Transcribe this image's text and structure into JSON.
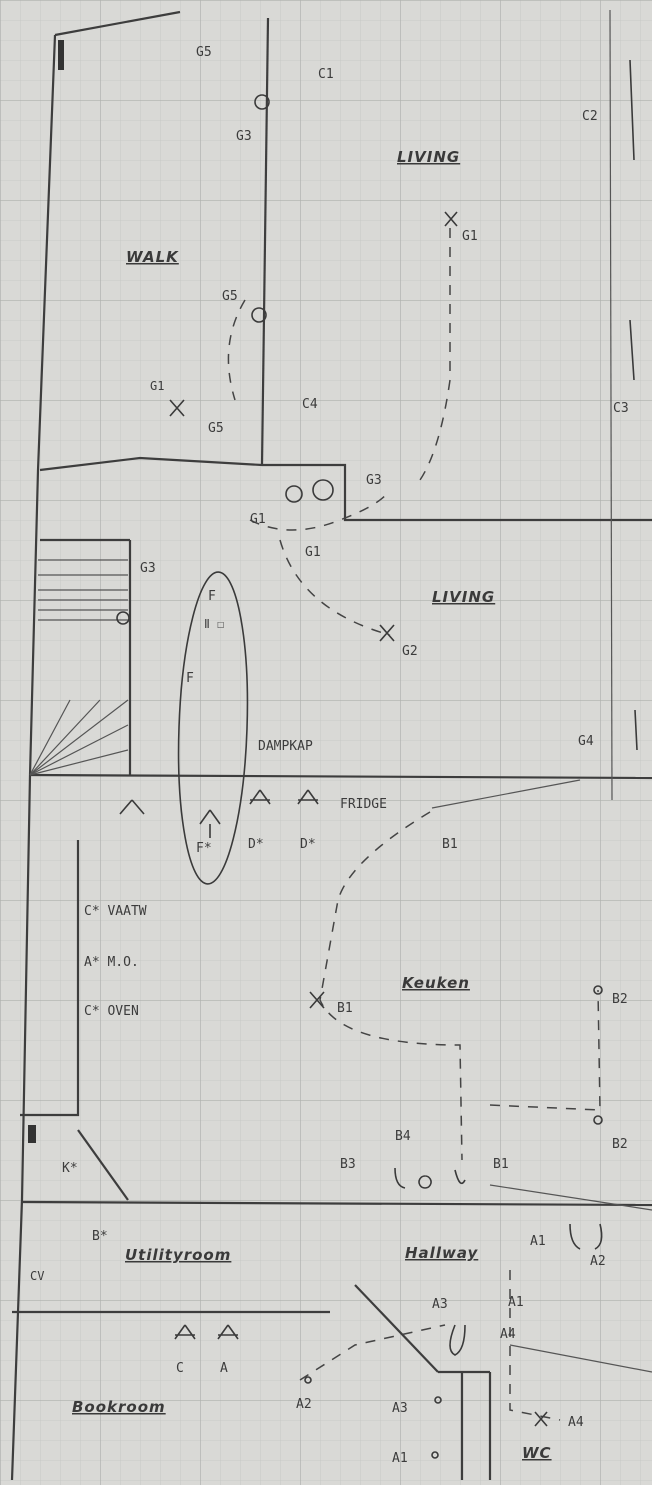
{
  "rooms": {
    "living_top": "LIVING",
    "living": "LIVING",
    "keuken": "Keuken",
    "hallway": "Hallway",
    "walk": "WALK",
    "utility": "Utilityroom",
    "bookroom": "Bookroom",
    "wc": "WC"
  },
  "labels": {
    "c1": "C1",
    "c2": "C2",
    "c3": "C3",
    "c4": "C4",
    "g4": "G4",
    "g1a": "G1",
    "g1b": "G1",
    "g2": "G2",
    "g3": "G3",
    "g1c": "G1",
    "g5a": "G5",
    "g5b": "G5",
    "g5c": "G5",
    "g3b": "G3",
    "g3c": "G3",
    "damp": "DAMPKAP",
    "fridge": "FRIDGE",
    "vaatw": "C* VAATW",
    "mo": "A* M.O.",
    "oven": "C* OVEN",
    "b1a": "B1",
    "b1b": "B1",
    "b1c": "B1",
    "b2a": "B2",
    "b2b": "B2",
    "b3": "B3",
    "b4": "B4",
    "a1": "A1",
    "a2": "A2",
    "a1b": "A1",
    "a3": "A3",
    "a4": "A4",
    "a4b": "A4",
    "a3b": "A3",
    "a2b": "A2",
    "a1c": "A1",
    "fstar": "F*",
    "dstar": "D*",
    "dstar2": "D*",
    "bstar": "B*",
    "kstar": "K*",
    "ca": "C",
    "cb": "A",
    "gr": "G1",
    "f_top": "F",
    "island_a": "Ⅱ ☐",
    "island_b": "F",
    "cv": "CV"
  },
  "colors": {
    "paper": "#d9d9d6",
    "grid": "#b9bbb8",
    "ink": "#3c3c3c"
  }
}
